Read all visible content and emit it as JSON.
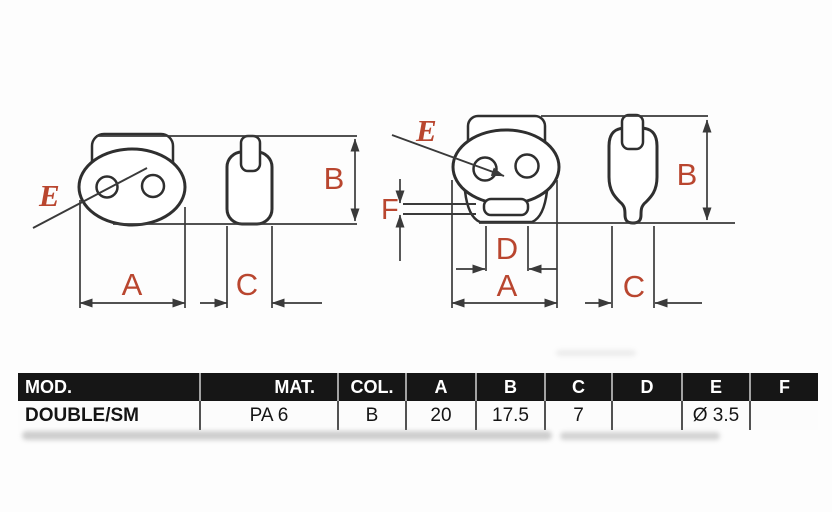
{
  "diagram": {
    "label_color": "#b9462f",
    "line_color": "#333333",
    "left_drawing": {
      "labels": {
        "a": "A",
        "b": "B",
        "c": "C",
        "e": "E"
      }
    },
    "right_drawing": {
      "labels": {
        "a": "A",
        "b": "B",
        "c": "C",
        "d": "D",
        "e": "E",
        "f": "F"
      }
    }
  },
  "table": {
    "header_bg": "#161616",
    "headers": [
      "MOD.",
      "MAT.",
      "COL.",
      "A",
      "B",
      "C",
      "D",
      "E",
      "F"
    ],
    "row": {
      "mod": "DOUBLE/SM",
      "mat": "PA 6",
      "col": "B",
      "a": "20",
      "b": "17.5",
      "c": "7",
      "d": "",
      "e": "Ø 3.5",
      "f": ""
    }
  }
}
